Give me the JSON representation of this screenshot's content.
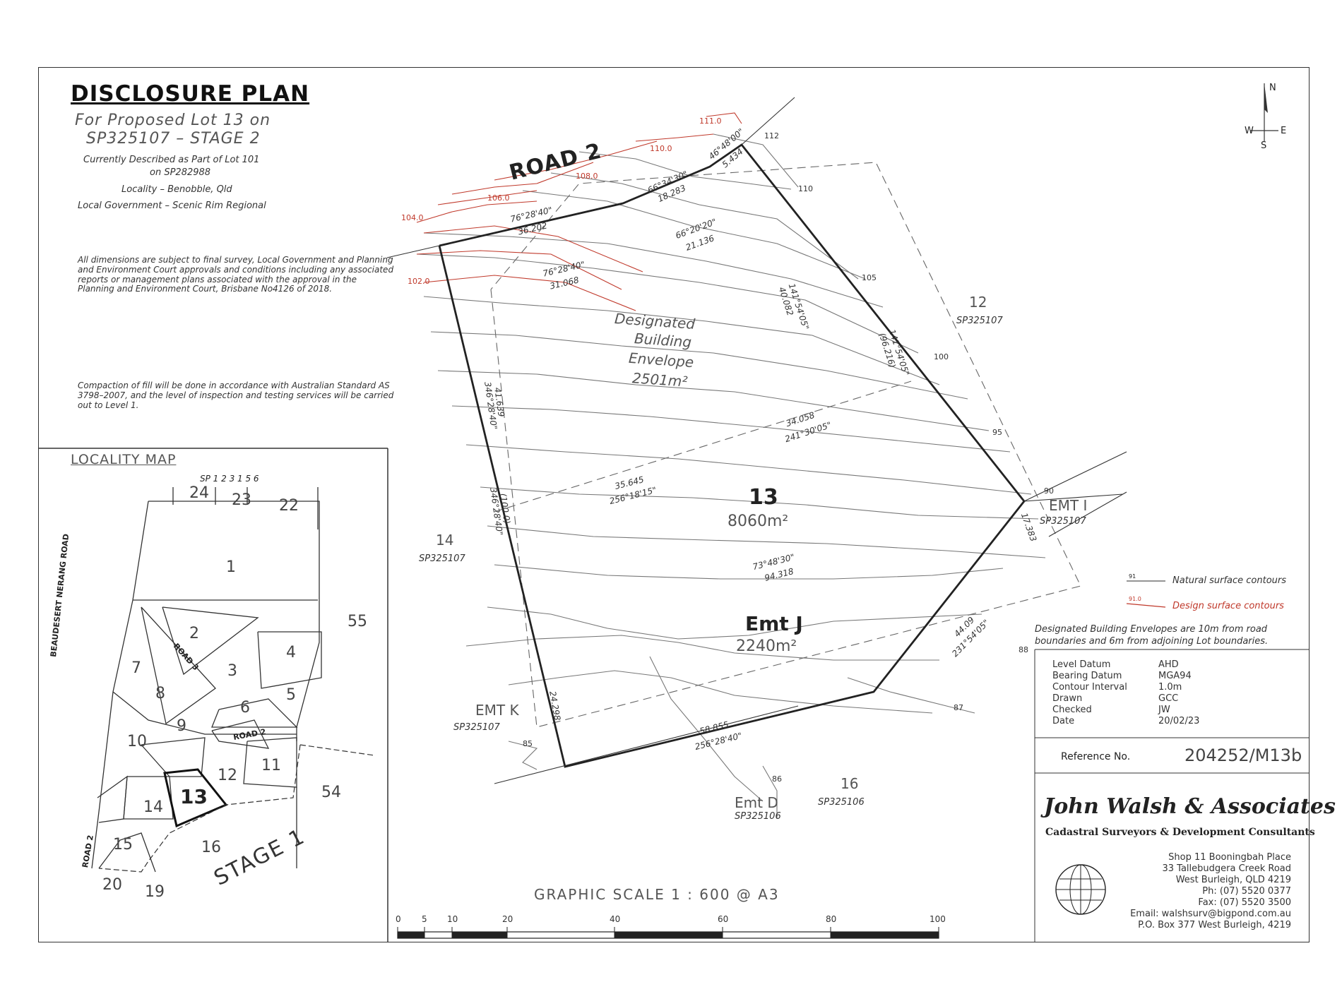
{
  "header": {
    "title": "DISCLOSURE PLAN",
    "subtitle_1": "For Proposed Lot 13 on",
    "subtitle_2": "SP325107 – STAGE 2",
    "described_1": "Currently Described as Part of Lot 101",
    "described_2": "on SP282988",
    "locality": "Locality – Benobble, Qld",
    "local_government": "Local Government – Scenic Rim Regional"
  },
  "notes": {
    "dimensions": "All dimensions are subject to final survey, Local Government and Planning and Environment Court approvals and conditions including any associated reports or management plans associated with the approval in the Planning and Environment Court, Brisbane No4126 of 2018.",
    "compaction": "Compaction of fill will be done in accordance with Australian Standard AS 3798–2007, and the level of inspection and testing services will be carried out to Level 1."
  },
  "compass": {
    "n": "N",
    "s": "S",
    "e": "E",
    "w": "W"
  },
  "locality_map": {
    "title": "LOCALITY MAP",
    "sp_label": "SP 1 2 3 1 5 6",
    "lots": [
      "24",
      "23",
      "22",
      "1",
      "2",
      "3",
      "4",
      "5",
      "6",
      "7",
      "8",
      "9",
      "10",
      "11",
      "12",
      "13",
      "14",
      "15",
      "16",
      "19",
      "20",
      "54",
      "55"
    ],
    "road_beaudesert": "BEAUDESERT NERANG ROAD",
    "road_3": "ROAD 3",
    "road_2a": "ROAD 2",
    "road_2b": "ROAD 2",
    "stage": "STAGE 1"
  },
  "plan": {
    "road": "ROAD 2",
    "envelope_1": "Designated",
    "envelope_2": "Building",
    "envelope_3": "Envelope",
    "envelope_area": "2501m²",
    "lot_number": "13",
    "lot_area": "8060m²",
    "emt_j": "Emt J",
    "emt_j_area": "2240m²",
    "lot12": "12",
    "lot12_sp": "SP325107",
    "lot14": "14",
    "lot14_sp": "SP325107",
    "lot16": "16",
    "lot16_sp": "SP325106",
    "emt_d": "Emt D",
    "emt_d_sp": "SP325106",
    "emt_k": "EMT K",
    "emt_k_sp": "SP325107",
    "emt_i": "EMT I",
    "emt_i_sp": "SP325107",
    "dims": {
      "d1": "76°28'40\"",
      "d1b": "36.202",
      "d2": "66°34'30\"",
      "d2b": "18.283",
      "d3": "46°48'00\"",
      "d3b": "5.434",
      "d4": "66°20'20\"",
      "d4b": "21.136",
      "d5": "76°28'40\"",
      "d5b": "31.068",
      "d6": "141°54'05\"",
      "d6b": "40.082",
      "d7": "141°54'05\"",
      "d7b": "(96.216)",
      "d8": "41.639",
      "d8b": "346°28'40\"",
      "d9": "34.058",
      "d9b": "241°30'05\"",
      "d10": "35.645",
      "d10b": "256°18'15\"",
      "d11": "346°28'40\"",
      "d11b": "(100.0)",
      "d12": "73°48'30\"",
      "d12b": "94.318",
      "d13": "17.383",
      "d14": "44.09",
      "d14b": "231°54'05\"",
      "d15": "58.855",
      "d15b": "256°28'40\"",
      "d16": "24.298"
    },
    "contours": {
      "c112": "112",
      "c110": "110",
      "c105": "105",
      "c100": "100",
      "c95": "95",
      "c90": "90",
      "c88": "88",
      "c87": "87",
      "c86": "86",
      "c85": "85"
    },
    "design_contours": {
      "r111": "111.0",
      "r110": "110.0",
      "r108": "108.0",
      "r106": "106.0",
      "r104": "104.0",
      "r102": "102.0"
    }
  },
  "legend": {
    "natural_sample": "91",
    "natural": "Natural surface contours",
    "design_sample": "91.0",
    "design": "Design surface contours",
    "envelope_note_1": "Designated Building Envelopes are 10m from road",
    "envelope_note_2": "boundaries and 6m from adjoining Lot boundaries."
  },
  "info_table": {
    "rows": [
      {
        "label": "Level Datum",
        "value": "AHD"
      },
      {
        "label": "Bearing Datum",
        "value": "MGA94"
      },
      {
        "label": "Contour Interval",
        "value": "1.0m"
      },
      {
        "label": "Drawn",
        "value": "GCC"
      },
      {
        "label": "Checked",
        "value": "JW"
      },
      {
        "label": "Date",
        "value": "20/02/23"
      }
    ]
  },
  "reference": {
    "label": "Reference No.",
    "value": "204252/M13b"
  },
  "company": {
    "name": "John Walsh & Associates",
    "tagline": "Cadastral Surveyors & Development Consultants",
    "addr_1": "Shop 11 Booningbah Place",
    "addr_2": "33 Tallebudgera Creek Road",
    "addr_3": "West Burleigh,  QLD 4219",
    "phone": "Ph: (07) 5520 0377",
    "fax": "Fax: (07) 5520 3500",
    "email": "Email: walshsurv@bigpond.com.au",
    "po_box": "P.O. Box 377 West Burleigh, 4219"
  },
  "scale": {
    "label": "GRAPHIC SCALE 1 : 600 @ A3",
    "ticks": [
      "0",
      "5",
      "10",
      "20",
      "40",
      "60",
      "80",
      "100"
    ]
  }
}
